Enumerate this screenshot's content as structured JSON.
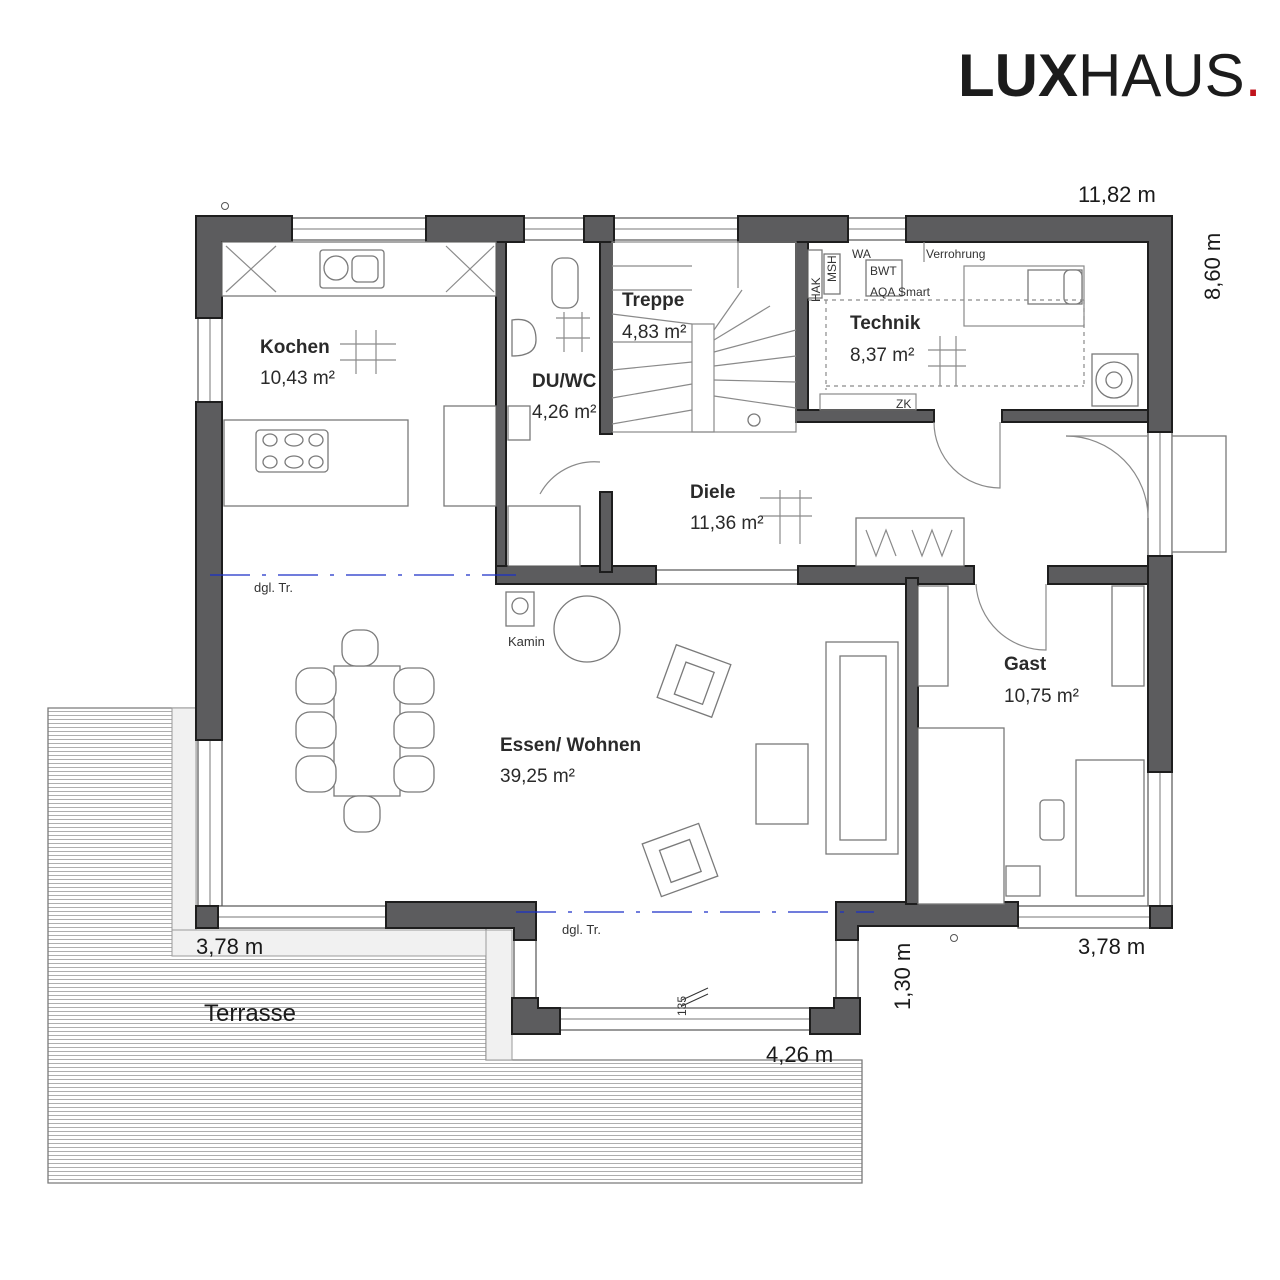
{
  "logo": {
    "bold": "LUX",
    "light": "HAUS",
    "dot": ".",
    "dot_color": "#c0141c"
  },
  "rooms": {
    "kochen": {
      "name": "Kochen",
      "area": "10,43 m²"
    },
    "duwc": {
      "name": "DU/WC",
      "area": "4,26 m²"
    },
    "treppe": {
      "name": "Treppe",
      "area": "4,83 m²"
    },
    "technik": {
      "name": "Technik",
      "area": "8,37 m²"
    },
    "diele": {
      "name": "Diele",
      "area": "11,36 m²"
    },
    "gast": {
      "name": "Gast",
      "area": "10,75 m²"
    },
    "essen": {
      "name": "Essen/ Wohnen",
      "area": "39,25 m²"
    }
  },
  "labels": {
    "kamin": "Kamin",
    "dgl_tr_1": "dgl. Tr.",
    "dgl_tr_2": "dgl. Tr.",
    "terrasse": "Terrasse",
    "wa": "WA",
    "bwt": "BWT",
    "aqa": "AQA Smart",
    "verrohrung": "Verrohrung",
    "msh": "MSH",
    "hak": "HAK",
    "zk": "ZK",
    "step": "135"
  },
  "dimensions": {
    "width_total": "11,82 m",
    "depth_total": "8,60 m",
    "left_bottom": "3,78 m",
    "right_bottom": "3,78 m",
    "bay_width": "4,26 m",
    "bay_depth": "1,30 m"
  },
  "colors": {
    "wall": "#5c5c5e",
    "axis_line": "#1a2fc8"
  }
}
